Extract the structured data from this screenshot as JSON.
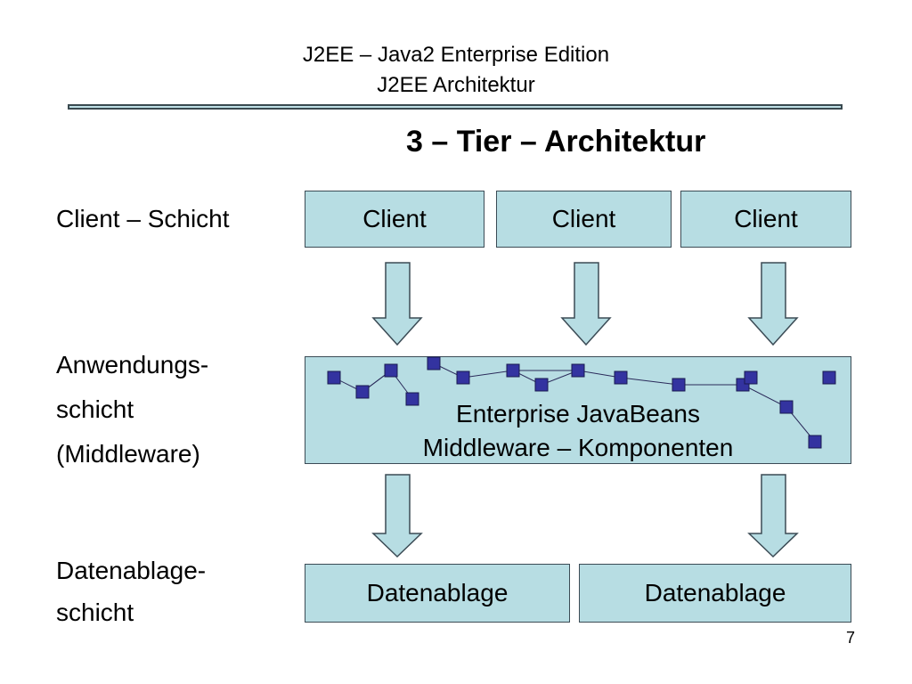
{
  "header": {
    "line1": "J2EE – Java2 Enterprise Edition",
    "line2": "J2EE Architektur"
  },
  "slide_title": "3 – Tier – Architektur",
  "tiers": {
    "client_label": "Client – Schicht",
    "app_label_1": "Anwendungs-",
    "app_label_2": "schicht",
    "app_label_3": "(Middleware)",
    "data_label_1": "Datenablage-",
    "data_label_2": "schicht"
  },
  "clients": [
    "Client",
    "Client",
    "Client"
  ],
  "middleware": {
    "line1": "Enterprise JavaBeans",
    "line2": "Middleware – Komponenten"
  },
  "datastores": [
    "Datenablage",
    "Datenablage"
  ],
  "colors": {
    "box_fill": "#b7dde3",
    "box_border": "#3b4b55",
    "component_fill": "#3333a0"
  },
  "slide_number": "7"
}
